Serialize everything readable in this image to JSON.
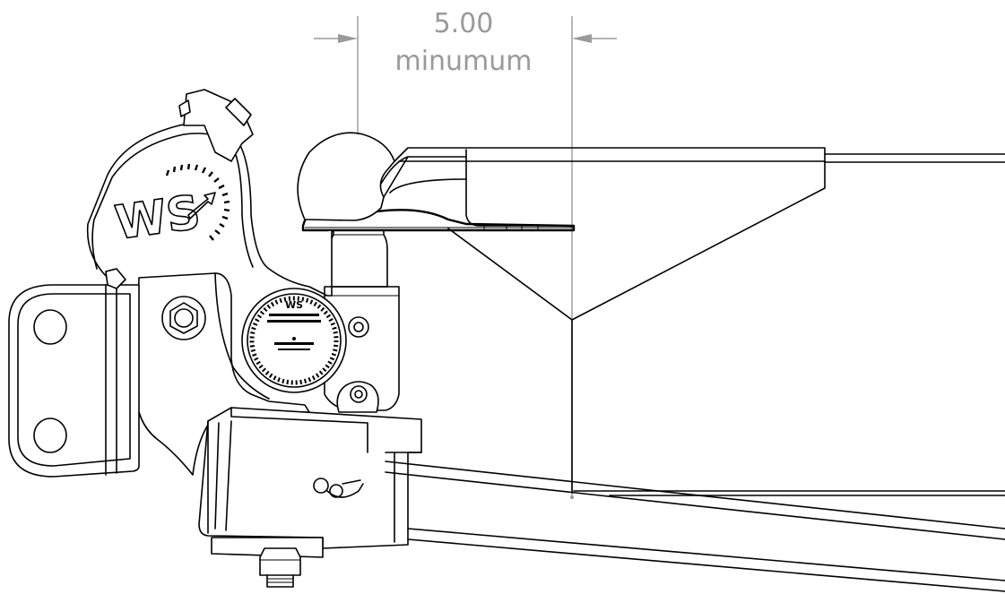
{
  "dimension": {
    "value": "5.00",
    "note": "minumum"
  },
  "logo": {
    "text": "WS"
  },
  "gauge": {
    "brand": "WS"
  },
  "colors": {
    "line": "#000000",
    "dimension": "#9a9a9a",
    "background": "#ffffff"
  }
}
